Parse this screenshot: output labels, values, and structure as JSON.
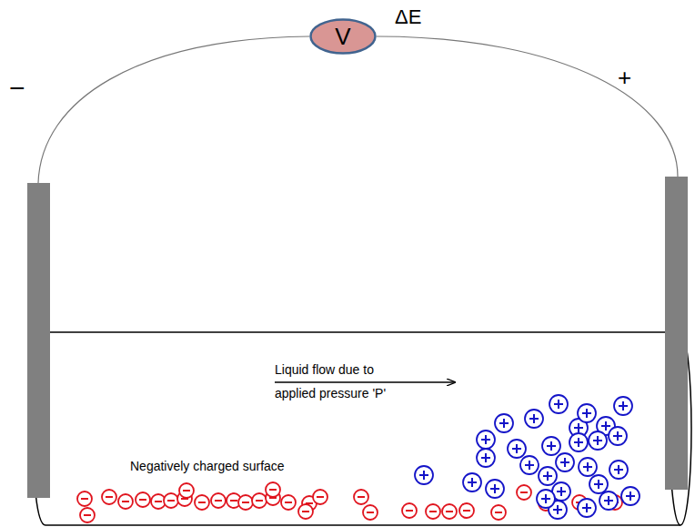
{
  "diagram": {
    "nodes": [
      {
        "text": [
          "V"
        ]
      }
    ],
    "labels": [
      "ΔE",
      "−",
      "+",
      "Liquid flow due to applied pressure 'P'",
      "Negatively charged surface"
    ]
  }
}
